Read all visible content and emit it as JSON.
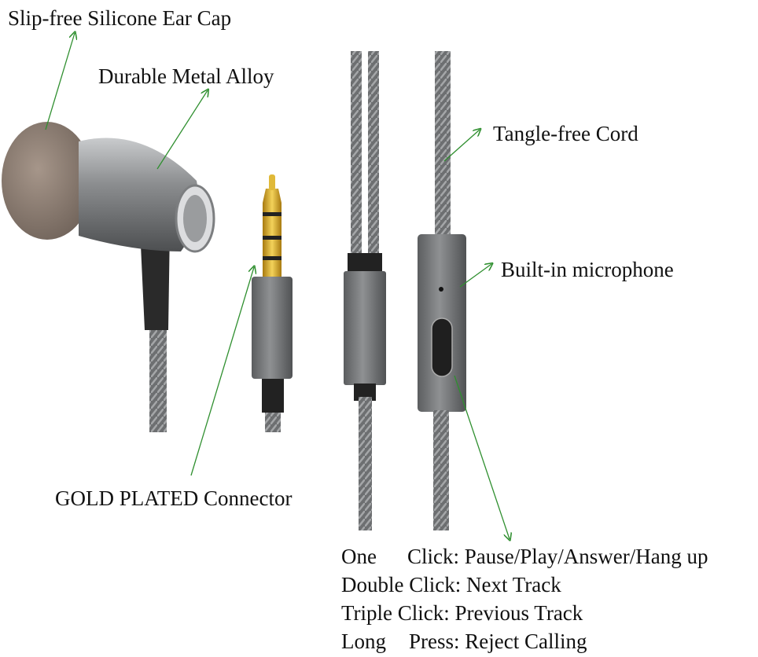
{
  "labels": {
    "ear_cap": "Slip-free Silicone Ear Cap",
    "metal": "Durable Metal Alloy",
    "cord": "Tangle-free Cord",
    "mic": "Built-in microphone",
    "connector": "GOLD PLATED Connector"
  },
  "controls": [
    {
      "action": "One",
      "action2": "Click:",
      "result": "Pause/Play/Answer/Hang up"
    },
    {
      "action": "Double Click:",
      "action2": "",
      "result": "Next Track"
    },
    {
      "action": "Triple Click:",
      "action2": "",
      "result": "Previous Track"
    },
    {
      "action": "Long",
      "action2": "Press:",
      "result": "Reject Calling"
    }
  ],
  "colors": {
    "arrow": "#2f8f2f",
    "metal": "#7a7c7e",
    "gold": "#d4a21c",
    "eartip": "#8a7b6f"
  }
}
